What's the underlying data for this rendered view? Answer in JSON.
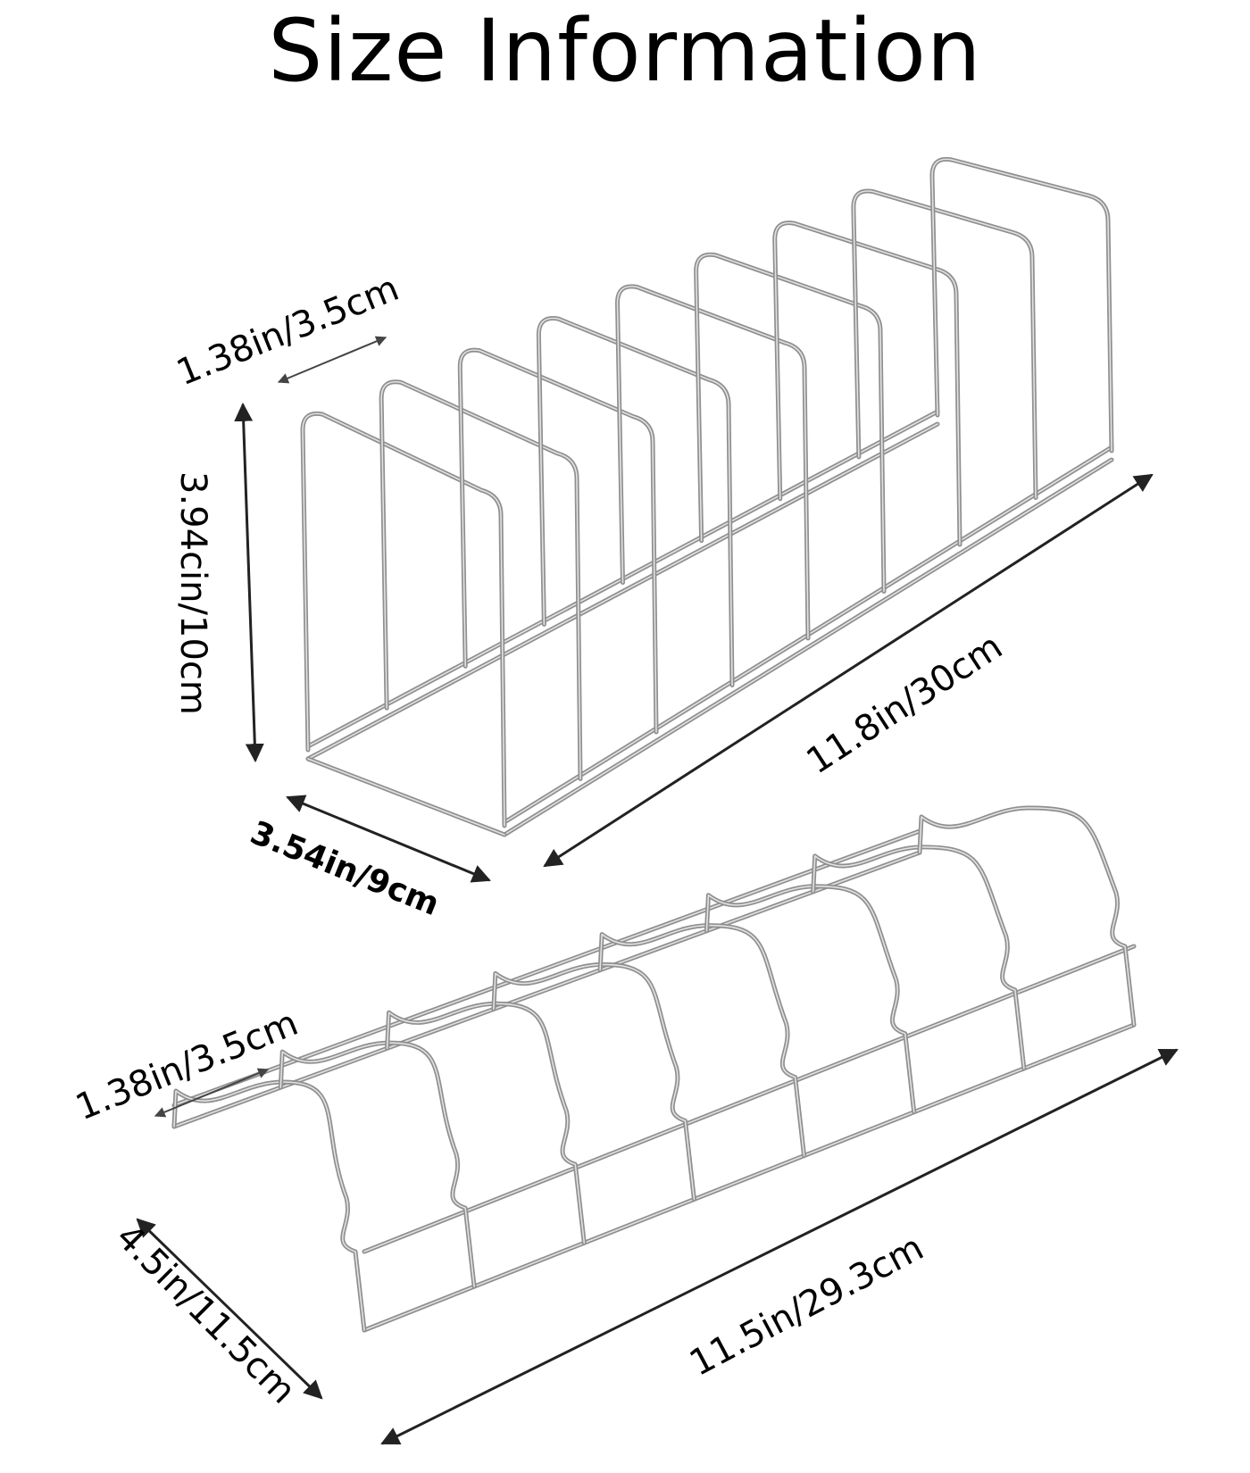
{
  "title": "Size Information",
  "upright_rack": {
    "depth_label": "1.38in/3.5cm",
    "height_label": "3.94cin/10cm",
    "length_label": "11.8in/30cm",
    "width_label": "3.54in/9cm"
  },
  "flat_rack": {
    "depth_label": "1.38in/3.5cm",
    "width_label": "4.5in/11.5cm",
    "length_label": "11.5in/29.3cm"
  },
  "colors": {
    "wire": "#8f8f8f",
    "arrow": "#222222",
    "background": "#ffffff"
  }
}
